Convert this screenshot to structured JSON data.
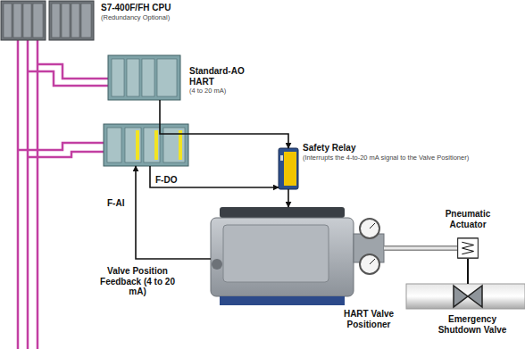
{
  "diagram": {
    "nodes": [
      {
        "text": [
          "S7-400F/FH CPU",
          "(Redundancy Optional)"
        ]
      },
      {
        "text": [
          "Standard-AO HART",
          "(4 to 20 mA)"
        ]
      },
      {
        "text": [
          "F-DO",
          "F-AI"
        ]
      },
      {
        "text": [
          "Safety Relay",
          "(Interrupts the 4-to-20 mA signal to the Valve Positioner)"
        ]
      },
      {
        "text": [
          "HART Valve Positioner"
        ]
      },
      {
        "text": [
          "Pneumatic Actuator"
        ]
      },
      {
        "text": [
          "Emergency Shutdown Valve"
        ]
      }
    ],
    "edges": [
      {
        "from": 1,
        "to": 3,
        "arrow": "to"
      },
      {
        "from": 2,
        "to": 3,
        "arrow": "to"
      },
      {
        "from": 3,
        "to": 4,
        "arrow": "to"
      },
      {
        "from": 4,
        "to": 2,
        "label": "Valve Position Feedback (4 to 20 mA)",
        "arrow": "to"
      },
      {
        "from": 4,
        "to": 5,
        "arrow": "none"
      },
      {
        "from": 5,
        "to": 6,
        "arrow": "none"
      }
    ]
  }
}
